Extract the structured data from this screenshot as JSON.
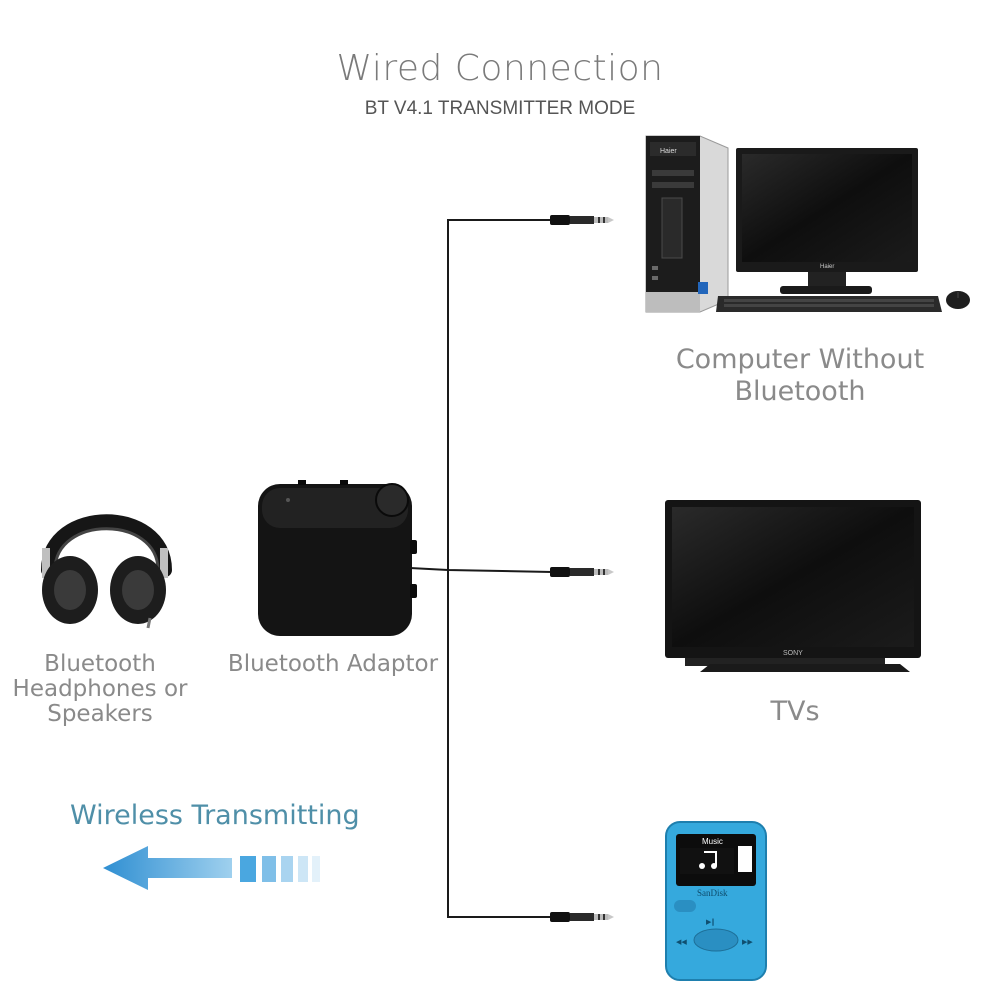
{
  "title": "Wired Connection",
  "subtitle": "BT V4.1 TRANSMITTER MODE",
  "devices": {
    "computer": {
      "label": "Computer Without Bluetooth",
      "brand": "Haier"
    },
    "tv": {
      "label": "TVs",
      "brand": "SONY"
    },
    "mp3_player": {
      "screen_text": "Music",
      "brand": "SanDisk"
    }
  },
  "adaptor": {
    "label": "Bluetooth Adaptor"
  },
  "headphones": {
    "label": "Bluetooth Headphones or Speakers"
  },
  "wireless": {
    "label": "Wireless Transmitting"
  },
  "colors": {
    "label_gray": "#8a8a8a",
    "wireless_blue": "#4f8fa8",
    "arrow_blue": "#3e9bd6",
    "player_blue": "#35a9dd"
  }
}
